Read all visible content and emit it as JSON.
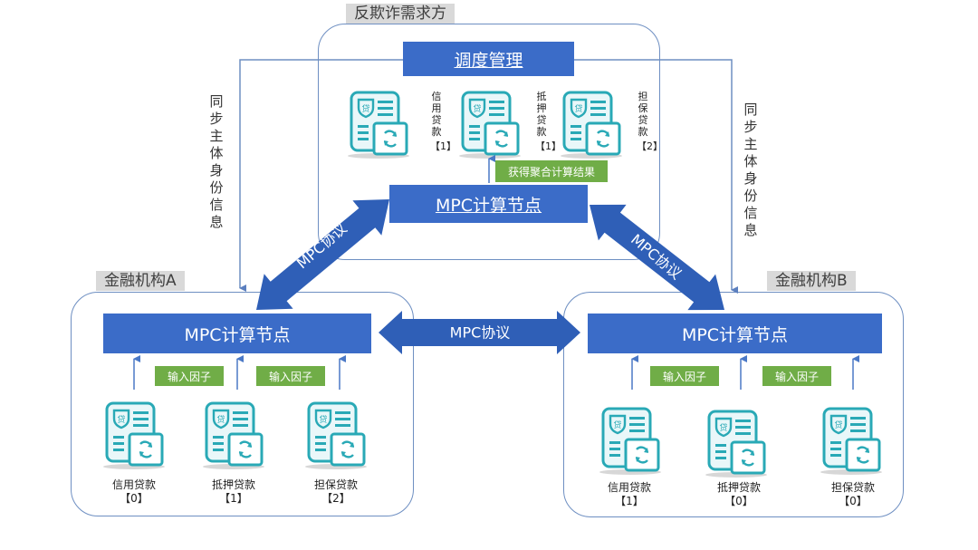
{
  "colors": {
    "bar_blue": "#3b6cc8",
    "arrow_blue": "#2f5fb7",
    "tag_gray": "#d9d9d9",
    "green": "#70ad47",
    "icon_teal": "#29a9b6",
    "border": "#6e8fc2"
  },
  "top": {
    "tag": "反欺诈需求方",
    "scheduler": "调度管理",
    "mpc_node": "MPC计算节点",
    "result_label": "获得聚合计算结果",
    "loans": [
      {
        "name": "信用贷款",
        "count": "【1】",
        "icon": "loan-document-icon"
      },
      {
        "name": "抵押贷款",
        "count": "【1】",
        "icon": "loan-document-icon"
      },
      {
        "name": "担保贷款",
        "count": "【2】",
        "icon": "loan-document-icon"
      }
    ]
  },
  "sync_left": "同步主体身份信息",
  "sync_right": "同步主体身份信息",
  "protocol_left": "MPC协议",
  "protocol_right": "MPC协议",
  "protocol_bottom": "MPC协议",
  "bank_a": {
    "tag": "金融机构A",
    "mpc_node": "MPC计算节点",
    "input_1": "输入因子",
    "input_2": "输入因子",
    "loans": [
      {
        "name": "信用贷款",
        "count": "【0】"
      },
      {
        "name": "抵押贷款",
        "count": "【1】"
      },
      {
        "name": "担保贷款",
        "count": "【2】"
      }
    ]
  },
  "bank_b": {
    "tag": "金融机构B",
    "mpc_node": "MPC计算节点",
    "input_1": "输入因子",
    "input_2": "输入因子",
    "loans": [
      {
        "name": "信用贷款",
        "count": "【1】"
      },
      {
        "name": "抵押贷款",
        "count": "【0】"
      },
      {
        "name": "担保贷款",
        "count": "【0】"
      }
    ]
  }
}
